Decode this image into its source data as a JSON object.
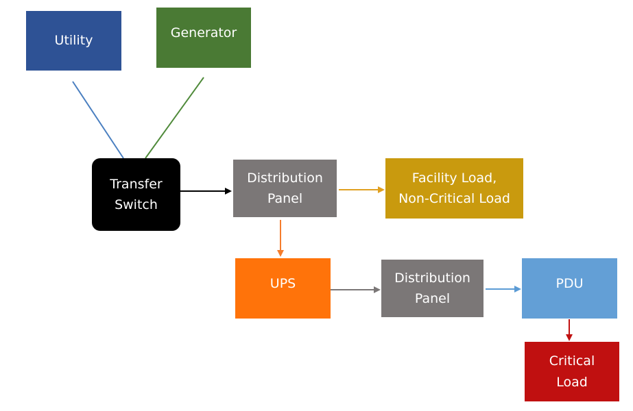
{
  "nodes": {
    "utility": {
      "label": "Utility",
      "color": "#2e5295"
    },
    "generator": {
      "label": "Generator",
      "color": "#4a7a34"
    },
    "transfer": {
      "label": "Transfer\nSwitch",
      "color": "#000000"
    },
    "dist1": {
      "label": "Distribution\nPanel",
      "color": "#7b7777"
    },
    "facility": {
      "label": "Facility Load,\nNon-Critical Load",
      "color": "#c99a0e"
    },
    "ups": {
      "label": "UPS",
      "color": "#ff730a"
    },
    "dist2": {
      "label": "Distribution\nPanel",
      "color": "#7b7777"
    },
    "pdu": {
      "label": "PDU",
      "color": "#639fd6"
    },
    "critical": {
      "label": "Critical\nLoad",
      "color": "#c01010"
    }
  },
  "connector_colors": {
    "utility_to_transfer": "#4a7fc0",
    "generator_to_transfer": "#4f8a3a",
    "transfer_to_dist1": "#000000",
    "dist1_to_facility": "#e0a020",
    "dist1_to_ups": "#f57d2c",
    "ups_to_dist2": "#7b7777",
    "dist2_to_pdu": "#5b9bd5",
    "pdu_to_critical": "#c01010"
  }
}
